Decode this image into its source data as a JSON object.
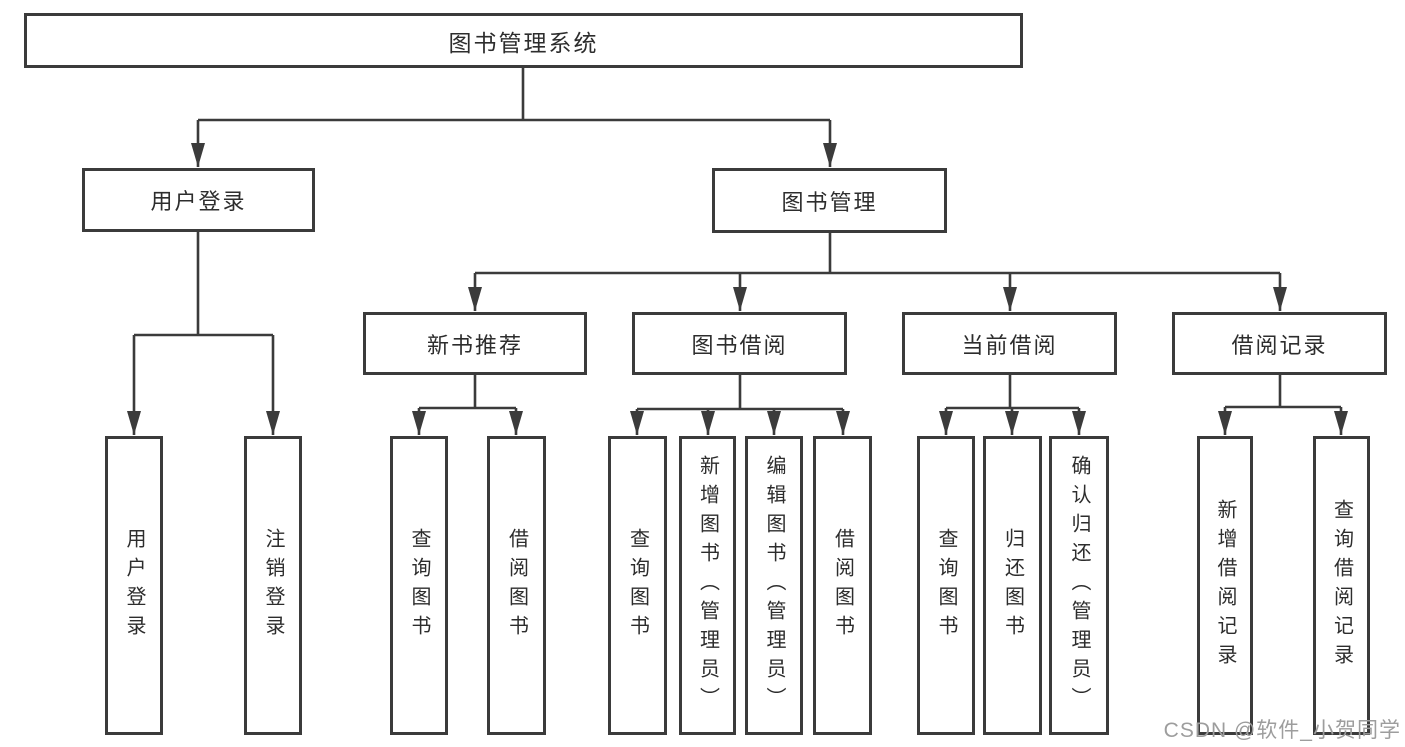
{
  "title": "图书管理系统",
  "level2": {
    "user_login": "用户登录",
    "book_management": "图书管理"
  },
  "level3": {
    "new_book_rec": "新书推荐",
    "book_borrow": "图书借阅",
    "current_borrow": "当前借阅",
    "borrow_records": "借阅记录"
  },
  "leaves": {
    "user_login": [
      "用户登录",
      "注销登录"
    ],
    "new_book_rec": [
      "查询图书",
      "借阅图书"
    ],
    "book_borrow": [
      "查询图书",
      "新增图书（管理员）",
      "编辑图书（管理员）",
      "借阅图书"
    ],
    "current_borrow": [
      "查询图书",
      "归还图书",
      "确认归还（管理员）"
    ],
    "borrow_records": [
      "新增借阅记录",
      "查询借阅记录"
    ]
  },
  "watermark": "CSDN @软件_小贺同学",
  "colors": {
    "line": "#3b3b3b",
    "text": "#2d2d2d",
    "watermark": "#9d9d9d",
    "background": "#ffffff"
  }
}
